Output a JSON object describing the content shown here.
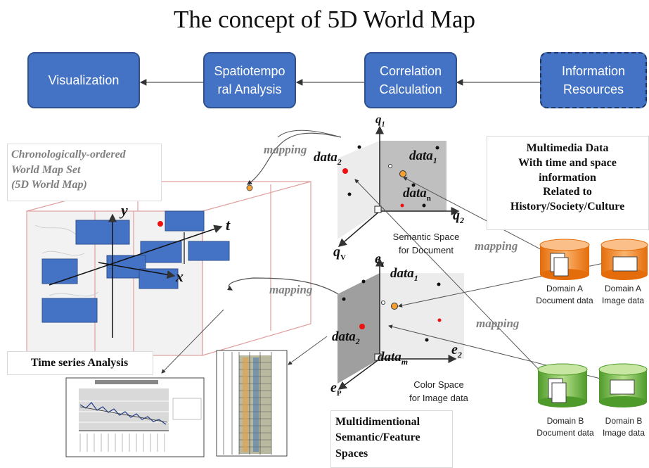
{
  "title": "The concept of 5D World Map",
  "flow": {
    "visualization": "Visualization",
    "spatiotemporal": "Spatiotempo ral Analysis",
    "correlation": "Correlation Calculation",
    "information": "Information Resources"
  },
  "world_map_set": {
    "line1": "Chronologically-ordered",
    "line2": "World Map Set",
    "line3": "(5D World Map)"
  },
  "axes": {
    "y": "y",
    "t": "t",
    "x": "x",
    "q1": "q",
    "q1_sub": "1",
    "q2": "q",
    "q2_sub": "2",
    "qv": "q",
    "qv_sub": "V",
    "e1": "e",
    "e1_sub": "1",
    "e2": "e",
    "e2_sub": "2",
    "ep": "e",
    "ep_sub": "P"
  },
  "data_labels": {
    "data": "data",
    "sub1": "1",
    "sub2": "2",
    "subn": "n",
    "subm": "m"
  },
  "mapping": "mapping",
  "semantic_space": {
    "line1": "Semantic Space",
    "line2": "for Document"
  },
  "color_space": {
    "line1": "Color Space",
    "line2": "for Image data"
  },
  "multimedia": {
    "line1": "Multimedia Data",
    "line2": "With time and space",
    "line3": "information",
    "line4": "Related to",
    "line5": "History/Society/Culture"
  },
  "domains": {
    "a_doc_1": "Domain A",
    "a_doc_2": "Document data",
    "a_img_1": "Domain A",
    "a_img_2": "Image data",
    "b_doc_1": "Domain B",
    "b_doc_2": "Document data",
    "b_img_1": "Domain B",
    "b_img_2": "Image data"
  },
  "time_series": "Time series Analysis",
  "multidim": {
    "line1": "Multidimentional",
    "line2": "Semantic/Feature",
    "line3": "Spaces"
  },
  "colors": {
    "flow_fill": "#4472c4",
    "flow_border": "#2f528f",
    "cylinder_orange": "#f79646",
    "cylinder_green": "#92d050",
    "frame_red": "#e0a0a0"
  }
}
